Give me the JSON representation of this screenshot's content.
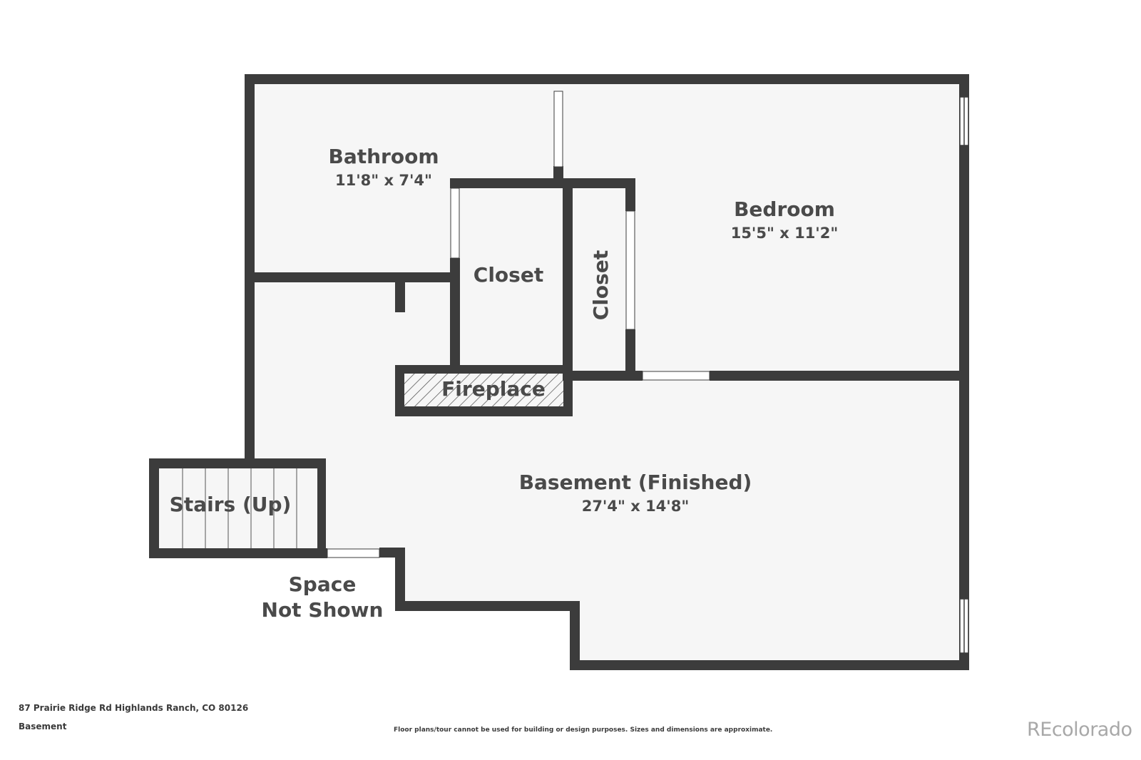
{
  "rooms": {
    "bathroom": {
      "name": "Bathroom",
      "dims": "11'8\" x 7'4\""
    },
    "bedroom": {
      "name": "Bedroom",
      "dims": "15'5\" x 11'2\""
    },
    "closet_center": {
      "name": "Closet"
    },
    "closet_side": {
      "name": "Closet"
    },
    "fireplace": {
      "name": "Fireplace"
    },
    "basement": {
      "name": "Basement (Finished)",
      "dims": "27'4\" x 14'8\""
    },
    "stairs": {
      "name": "Stairs (Up)"
    },
    "space_not_shown": {
      "line1": "Space",
      "line2": "Not Shown"
    }
  },
  "footer": {
    "address": "87 Prairie Ridge Rd Highlands Ranch, CO 80126",
    "level": "Basement",
    "disclaimer": "Floor plans/tour cannot be used for building or design purposes. Sizes and dimensions are approximate.",
    "brand": "REcolorado"
  },
  "colors": {
    "wall": "#3c3c3c",
    "floor": "#f6f6f6",
    "background": "#ffffff",
    "text": "#4a4a4a"
  }
}
